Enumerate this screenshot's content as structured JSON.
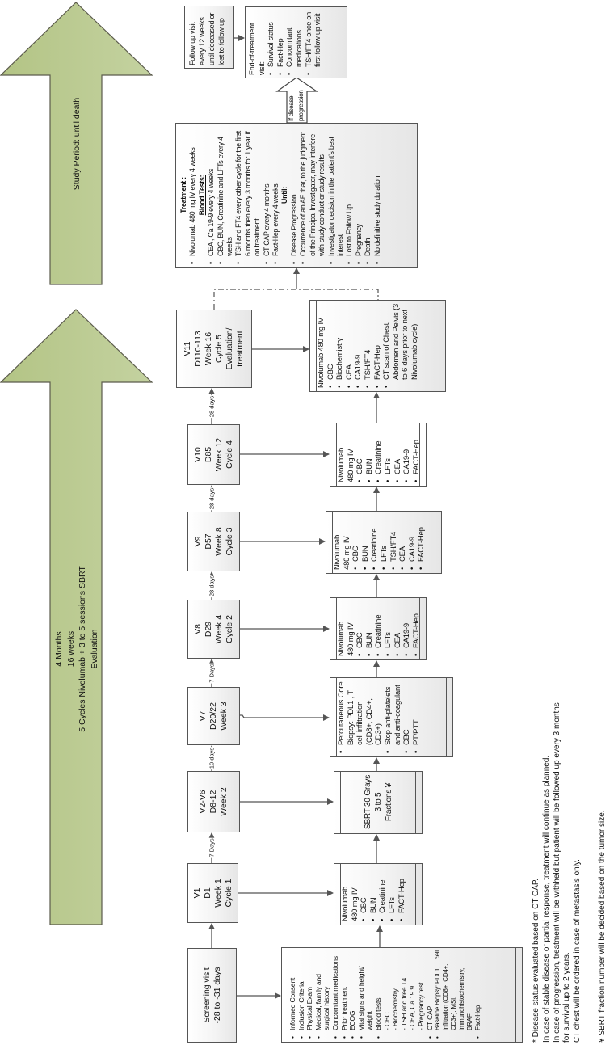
{
  "colors": {
    "phase_arrow": "#bccb93",
    "arrow_border": "#5b5b4c",
    "box_border": "#555555"
  },
  "phase_arrows": {
    "treatment_phase": [
      "4 Months",
      "16 weeks",
      "5 Cycles Nivolumab + 3 to 5 sessions SBRT",
      "Evaluation"
    ],
    "study_period": "Study Period: until death"
  },
  "visits": [
    {
      "lines": [
        "Screening visit",
        "-28 to -31 days"
      ]
    },
    {
      "lines": [
        "V1",
        "D1",
        "Week 1",
        "Cycle 1"
      ]
    },
    {
      "lines": [
        "V2-V6",
        "D8-12",
        "Week 2"
      ]
    },
    {
      "lines": [
        "V7",
        "D20/22",
        "Week 3"
      ]
    },
    {
      "lines": [
        "V8",
        "D29",
        "Week 4",
        "Cycle 2"
      ]
    },
    {
      "lines": [
        "V9",
        "D57",
        "Week 8",
        "Cycle 3"
      ]
    },
    {
      "lines": [
        "V10",
        "D85",
        "Week 12",
        "Cycle 4"
      ]
    },
    {
      "lines": [
        "V11",
        "D110-113",
        "Week 16",
        "Cycle 5",
        "Evaluation/",
        "treatment"
      ]
    }
  ],
  "gaps": [
    "7 Days",
    "10 days",
    "7 Days",
    "28 days",
    "28 days",
    "28 days"
  ],
  "details": {
    "screening": {
      "bullets": [
        "Informed Consent",
        "Inclusion Criteria",
        "Physical Exam",
        "Medical, family and surgical history",
        "Concomitant medications",
        "Prior treatment",
        "ECOG",
        "Vital signs and height/ weight",
        "Blood tests:"
      ],
      "blood_tests": [
        "- CBC",
        "- Biochemistry",
        "- TSH and free T4",
        "- CEA, Ca 19.9",
        "- Pregnancy test"
      ],
      "more": [
        "CT CAP",
        "Baseline Biopsy: PDL1, T cell infiltration (CD8+, CD4+, CD3+), MSI, immunohistochemistry, BRAF",
        "Fact-Hep"
      ]
    },
    "v1": {
      "intro": [
        "Nivolumab",
        "480 mg IV"
      ],
      "bullets": [
        "CBC",
        "BUN",
        "Creatinine",
        "LFTs",
        "FACT-Hep"
      ]
    },
    "sbrt": {
      "lines": [
        "SBRT 30 Grays",
        "3 to 5",
        "Fractions ¥"
      ]
    },
    "v7": {
      "bullets": [
        "Percutaneous Core Biopsy: PDL1 , T cell infiltration (CD8+, CD4+, CD3+)",
        "Stop anti-platelets and anti-coagulant",
        "CBC",
        "PT/PTT"
      ]
    },
    "v8": {
      "intro": [
        "Nivolumab",
        "480 mg IV"
      ],
      "bullets": [
        "CBC",
        "BUN",
        "Creatinine",
        "LFTs",
        "CEA",
        "CA19-9",
        "FACT-Hep"
      ]
    },
    "v9": {
      "intro": [
        "Nivolumab",
        "480 mg IV"
      ],
      "bullets": [
        "CBC",
        "BUN",
        "Creatinine",
        "LFTs",
        "TSH/FT4",
        "CEA",
        "CA19-9",
        "FACT-Hep"
      ]
    },
    "v10": {
      "intro": [
        "Nivolumab",
        "480 mg IV"
      ],
      "bullets": [
        "CBC",
        "BUN",
        "Creatinine",
        "LFTs",
        "CEA",
        "CA19-9",
        "FACT-Hep"
      ]
    },
    "v11": {
      "intro": [
        "Nivolumab 480 mg IV"
      ],
      "bullets": [
        "CBC",
        "Biochemistry",
        "CEA",
        "CA19-9",
        "TSH/FT4",
        "FACT-Hep",
        "CT scan of Chest, Abdomen and Pelvis (3 to 6 days prior to next Nivolumab cycle)"
      ]
    }
  },
  "treatment": {
    "heading": "Treatment :",
    "drug": "Nivolumab 480 mg IV every 4 weeks",
    "blood_heading": "Blood Tests:",
    "blood": [
      "CEA , Ca 19-9 every 4 weeks",
      "CBC, BUN, Creatinine  and LFTs every 4 weeks",
      "TSH and FT4 every other cycle for the first 6 months then every 3 months for 1 year if on treatment",
      "CT CAP every 4 months",
      "Fact-Hep every 4 weeks"
    ],
    "until_heading": "Until:",
    "until": [
      "Disease Progression",
      "Occurrence of an AE that, to the judgment of the Principal Investigator, may interfere with study conduct or study results",
      "Investigator decision in the patient’s best interest",
      "Lost to Follow Up",
      "Pregnancy",
      "Death",
      "No definitive study duration"
    ]
  },
  "progression_arrow": [
    "If disease",
    "progression"
  ],
  "end_of_treatment": {
    "title": "End-of-treatment visit:",
    "bullets": [
      "Survival status",
      "Fact-Hep",
      "Concomitant medications",
      "TSH/FT4 once on first follow up visit"
    ]
  },
  "follow_up": "Follow up visit every 12 weeks until deceased or lost to follow up",
  "footnotes": [
    "* Disease status evaluated based on CT CAP.",
    "In case of stable disease  or partial response, treatment will continue as planned.",
    "In case of progression, treatment will be withheld but patient will be followed up every 3 months",
    "for survival up to 2 years.",
    "CT chest will be ordered in case of metastasis only.",
    "¥  SBRT fraction number will be decided based on the tumor size."
  ]
}
